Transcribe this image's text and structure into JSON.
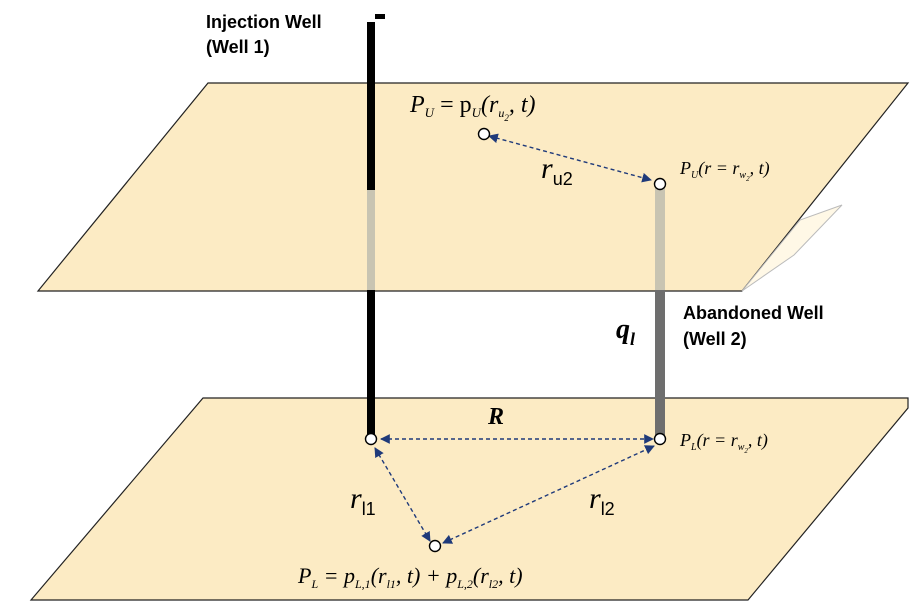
{
  "colors": {
    "plane_fill": "#fcebc4",
    "plane_stroke": "#222222",
    "well_dark": "#000000",
    "well_light": "#c8c4b2",
    "well2_lower": "#6e6e6e",
    "arrow": "#1f3a7a"
  },
  "labels": {
    "injection_well": "Injection Well",
    "well1": "(Well 1)",
    "abandoned_well": "Abandoned Well",
    "well2": "(Well 2)"
  },
  "math": {
    "pu_eq": {
      "lhs": "P",
      "lhs_sub": "U",
      "eq": " = p",
      "p_sub": "U",
      "arg_open": "(r",
      "arg_sub": "u",
      "arg_subsub": "2",
      "arg_close": ", t)"
    },
    "pu_well": {
      "lhs": "P",
      "lhs_sub": "U",
      "arg_open": "(r = r",
      "arg_sub": "w",
      "arg_subsub": "2",
      "arg_close": ", t)"
    },
    "pl_well": {
      "lhs": "P",
      "lhs_sub": "L",
      "arg_open": "(r = r",
      "arg_sub": "w",
      "arg_subsub": "2",
      "arg_close": ", t)"
    },
    "pl_eq": {
      "lhs": "P",
      "lhs_sub": "L",
      "eq": " = p",
      "p1_sub": "L,1",
      "p1_arg_open": "(r",
      "p1_arg_sub": "l1",
      "p1_arg_close": ", t) + p",
      "p2_sub": "L,2",
      "p2_arg_open": "(r",
      "p2_arg_sub": "l2",
      "p2_arg_close": ", t)"
    },
    "ru2": {
      "base": "r",
      "sub": "u2"
    },
    "rl1": {
      "base": "r",
      "sub": "l1"
    },
    "rl2": {
      "base": "r",
      "sub": "l2"
    },
    "R": "R",
    "ql": {
      "base": "q",
      "sub": "l"
    }
  }
}
